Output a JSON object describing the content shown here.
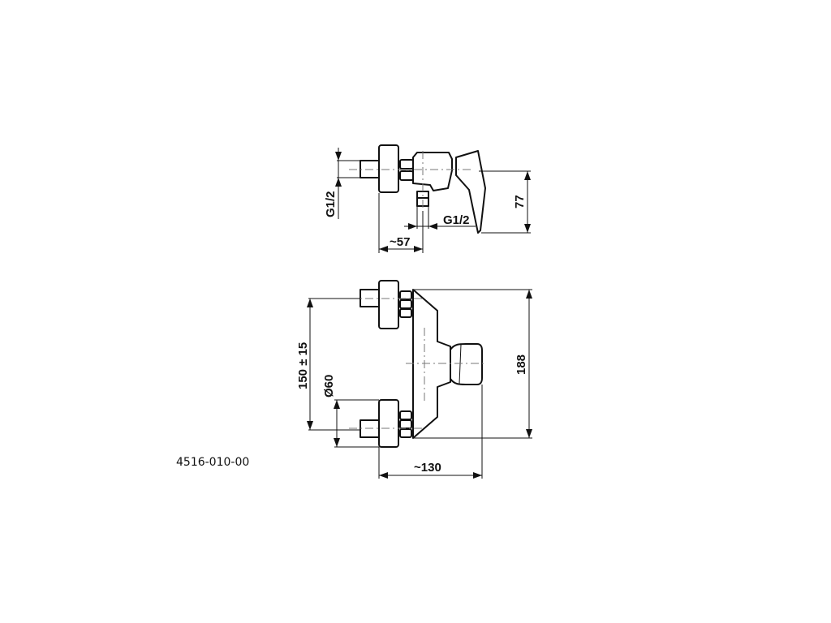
{
  "drawing": {
    "part_number": "4516-010-00",
    "side_view": {
      "thread_inlet": "G1/2",
      "thread_outlet": "G1/2",
      "depth_to_body": "~57",
      "height": "77"
    },
    "front_view": {
      "connection_spacing": "150 ± 15",
      "rosette_diameter": "Ø60",
      "overall_height": "188",
      "overall_width": "~130"
    }
  }
}
